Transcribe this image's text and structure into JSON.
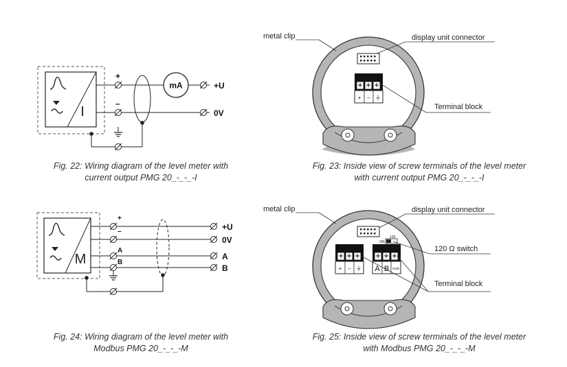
{
  "fig22": {
    "caption_line1": "Fig. 22:  Wiring diagram of the level meter with",
    "caption_line2": "current output PMG 20_-_-_-I",
    "plus": "+",
    "minus": "–",
    "ma": "mA",
    "out_plus": "+U",
    "out_zero": "0V",
    "output_symbol": "I"
  },
  "fig23": {
    "caption_line1": "Fig. 23:  Inside view of screw terminals of the level meter",
    "caption_line2": "with current output PMG 20_-_-_-I",
    "metal_clip": "metal clip",
    "display_connector": "display unit connector",
    "terminal_block": "Terminal block",
    "terminals": [
      "+",
      "–",
      "⏚"
    ]
  },
  "fig24": {
    "caption_line1": "Fig. 24:  Wiring diagram of the level meter with",
    "caption_line2": "Modbus PMG 20_-_-_-M",
    "plus": "+",
    "minus": "–",
    "a": "A",
    "b": "B",
    "out_plus": "+U",
    "out_zero": "0V",
    "out_a": "A",
    "out_b": "B",
    "output_symbol": "M"
  },
  "fig25": {
    "caption_line1": "Fig. 25:  Inside view of screw terminals of the level meter",
    "caption_line2": "with Modbus PMG 20_-_-_-M",
    "metal_clip": "metal clip",
    "display_connector": "display unit connector",
    "switch": "120 Ω switch",
    "terminal_block": "Terminal block",
    "switch_top": "120",
    "switch_on": "ON",
    "terminals_power": [
      "+",
      "–",
      "⏚"
    ],
    "terminals_bus": [
      "A",
      "B",
      "GND"
    ]
  }
}
